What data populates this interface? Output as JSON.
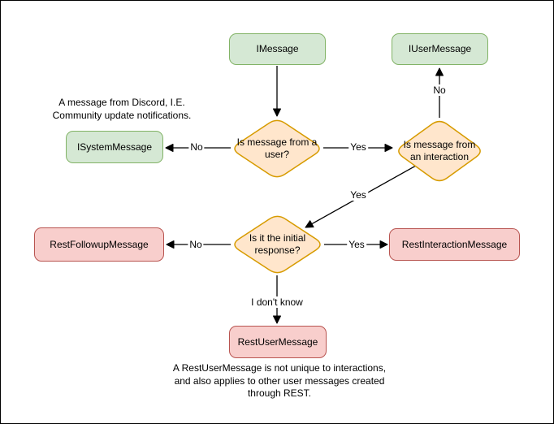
{
  "colors": {
    "background": "#ffffff",
    "border": "#000000",
    "text": "#000000",
    "edge": "#000000",
    "green_fill": "#d5e8d4",
    "green_stroke": "#82b366",
    "orange_fill": "#ffe6cc",
    "orange_stroke": "#d79b00",
    "red_fill": "#f8cecc",
    "red_stroke": "#b85450"
  },
  "nodes": {
    "imessage": {
      "label": "IMessage"
    },
    "iusermessage": {
      "label": "IUserMessage"
    },
    "isystemmessage": {
      "label": "ISystemMessage"
    },
    "decision_from_user": {
      "label": "Is message from a user?"
    },
    "decision_from_interaction": {
      "label": "Is message from an interaction"
    },
    "decision_initial_response": {
      "label": "Is it the initial response?"
    },
    "restfollowupmessage": {
      "label": "RestFollowupMessage"
    },
    "restinteractionmessage": {
      "label": "RestInteractionMessage"
    },
    "restusermessage": {
      "label": "RestUserMessage"
    }
  },
  "edge_labels": {
    "interaction_no": "No",
    "user_no": "No",
    "user_yes": "Yes",
    "interaction_yes": "Yes",
    "initial_no": "No",
    "initial_yes": "Yes",
    "initial_dont_know": "I don't know"
  },
  "captions": {
    "system_note": {
      "line1": "A message from Discord, I.E.",
      "line2": "Community update notifications."
    },
    "restuser_note": {
      "line1": "A RestUserMessage is not unique to interactions,",
      "line2": "and also applies to other user messages created",
      "line3": "through REST."
    }
  }
}
